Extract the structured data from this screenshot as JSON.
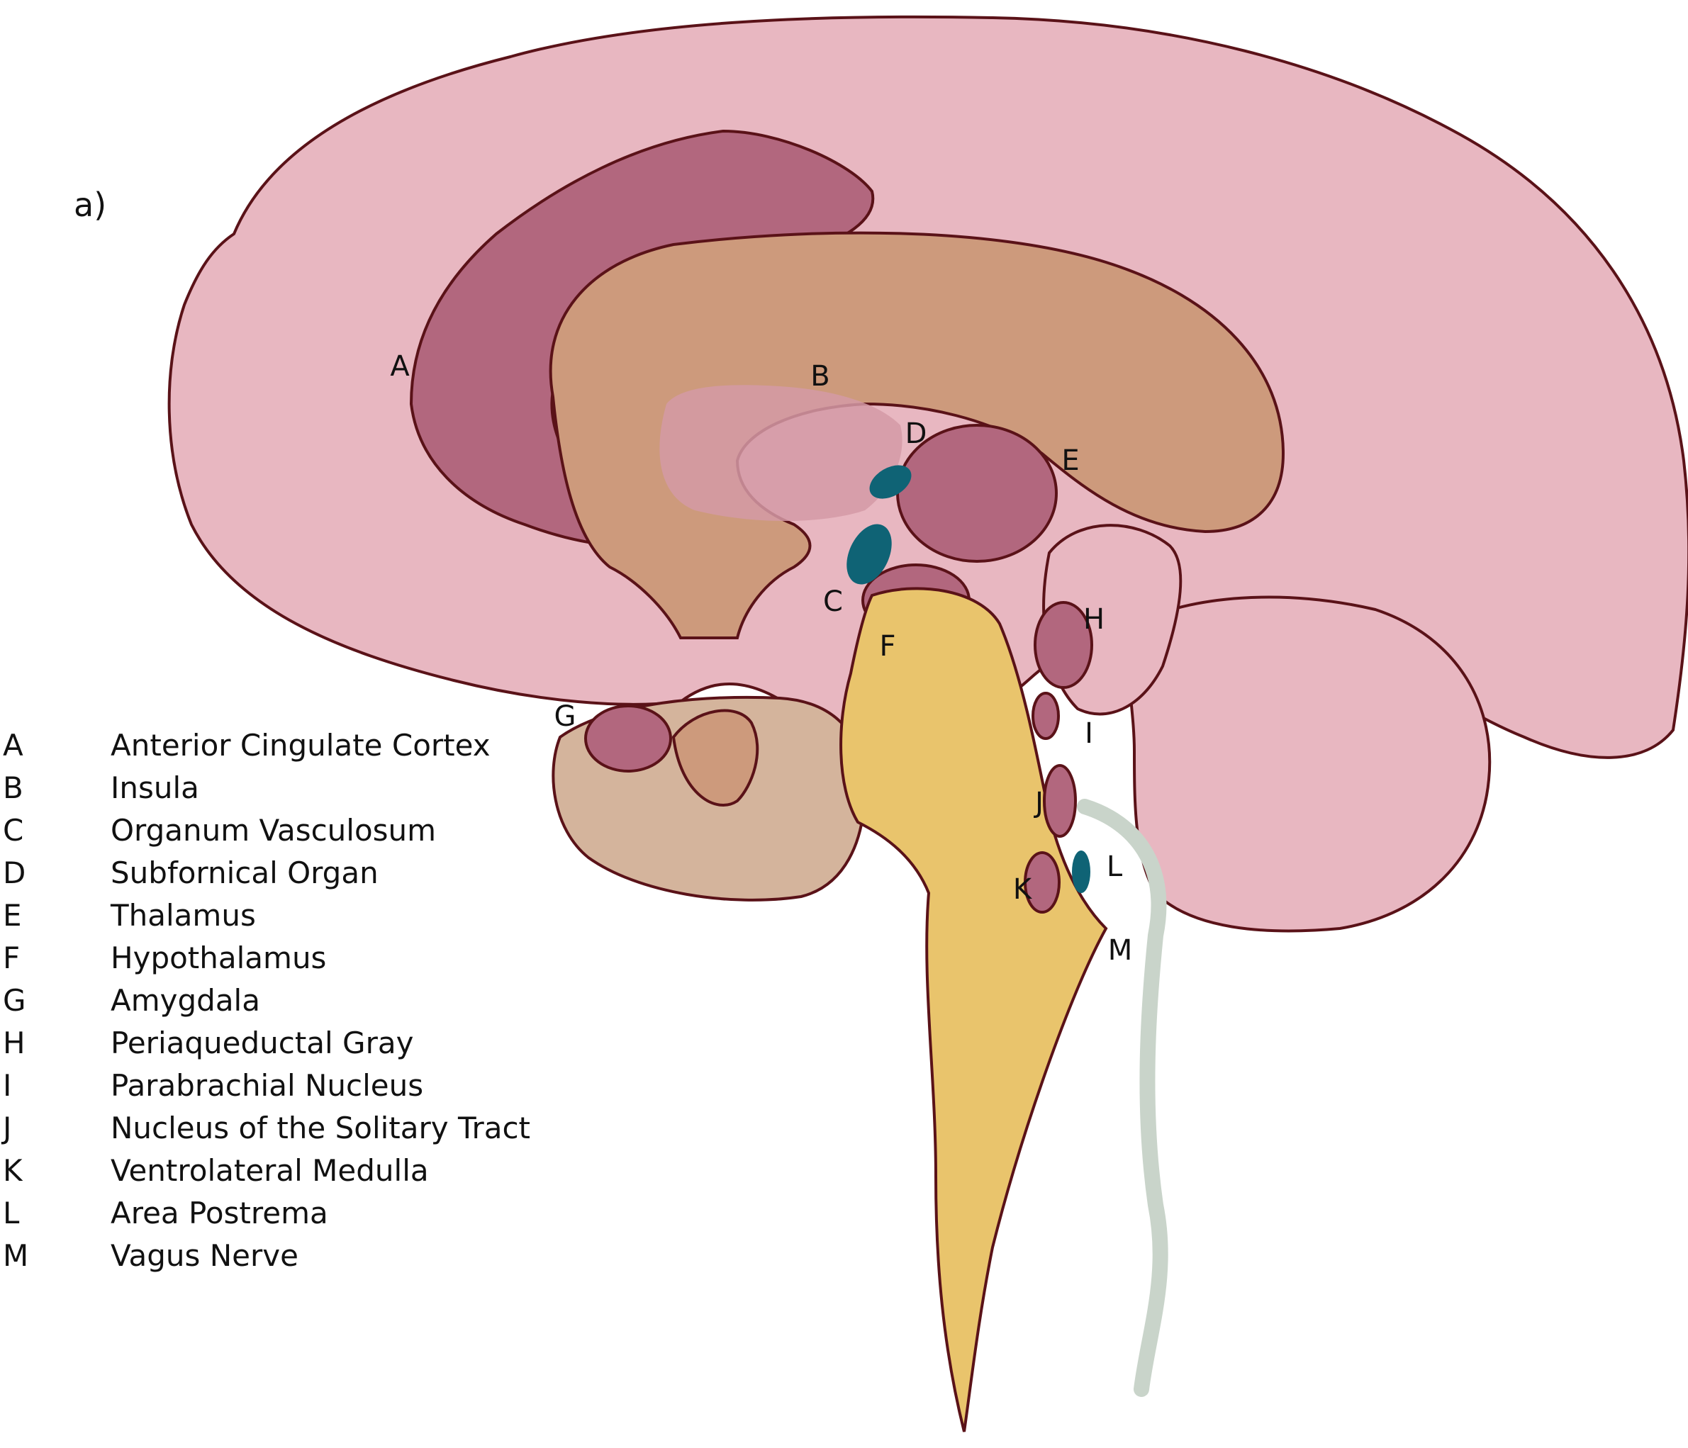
{
  "panel_label": "a)",
  "colors": {
    "cortex": "#e8b7c1",
    "cingulate_region": "#b2677e",
    "limbic_tan": "#cd9a7c",
    "amygdala_region": "#d4b49c",
    "brainstem": "#e9c46c",
    "circumventricular": "#0f6375",
    "nerve": "#c9d4ca",
    "outline": "#5a1218"
  },
  "callouts": [
    "A",
    "B",
    "C",
    "D",
    "E",
    "F",
    "G",
    "H",
    "I",
    "J",
    "K",
    "L",
    "M"
  ],
  "legend": [
    {
      "key": "A",
      "name": "Anterior Cingulate Cortex"
    },
    {
      "key": "B",
      "name": "Insula"
    },
    {
      "key": "C",
      "name": "Organum Vasculosum"
    },
    {
      "key": "D",
      "name": "Subfornical Organ"
    },
    {
      "key": "E",
      "name": "Thalamus"
    },
    {
      "key": "F",
      "name": "Hypothalamus"
    },
    {
      "key": "G",
      "name": "Amygdala"
    },
    {
      "key": "H",
      "name": "Periaqueductal Gray"
    },
    {
      "key": "I",
      "name": "Parabrachial Nucleus"
    },
    {
      "key": "J",
      "name": "Nucleus of the Solitary Tract"
    },
    {
      "key": "K",
      "name": "Ventrolateral Medulla"
    },
    {
      "key": "L",
      "name": "Area Postrema"
    },
    {
      "key": "M",
      "name": "Vagus Nerve"
    }
  ]
}
